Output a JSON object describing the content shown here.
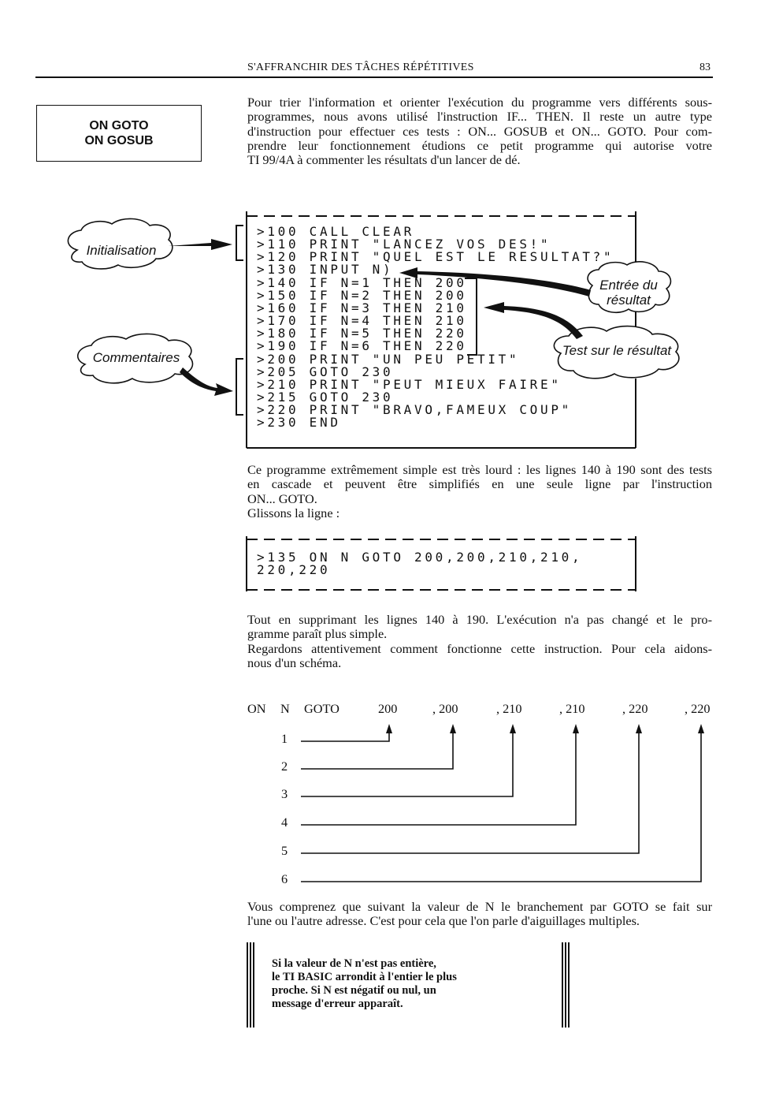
{
  "header": {
    "running_head": "S'AFFRANCHIR DES TÂCHES RÉPÉTITIVES",
    "page_number": "83"
  },
  "side_box": {
    "line1": "ON GOTO",
    "line2": "ON GOSUB"
  },
  "intro_paragraph": [
    "Pour trier l'information et orienter l'exécution du programme vers différents sous-",
    "programmes, nous avons utilisé l'instruction IF... THEN. Il reste un autre type",
    "d'instruction pour effectuer ces tests : ON... GOSUB et ON... GOTO. Pour com-",
    "prendre leur fonctionnement étudions ce petit programme qui autorise votre",
    "TI 99/4A à commenter les résultats d'un lancer de dé."
  ],
  "program_listing": [
    ">100 CALL CLEAR",
    ">110 PRINT \"LANCEZ VOS DES!\"",
    ">120 PRINT \"QUEL EST LE RESULTAT?\"",
    ">130 INPUT N)",
    ">140 IF N=1 THEN 200",
    ">150 IF N=2 THEN 200",
    ">160 IF N=3 THEN 210",
    ">170 IF N=4 THEN 210",
    ">180 IF N=5 THEN 220",
    ">190 IF N=6 THEN 220",
    ">200 PRINT \"UN PEU PETIT\"",
    ">205 GOTO 230",
    ">210 PRINT \"PEUT MIEUX FAIRE\"",
    ">215 GOTO 230",
    ">220 PRINT \"BRAVO,FAMEUX COUP\"",
    ">230 END"
  ],
  "annotations": {
    "initialisation": "Initialisation",
    "commentaires": "Commentaires",
    "entree_line1": "Entrée du",
    "entree_line2": "résultat",
    "test": "Test sur le résultat"
  },
  "middle_paragraph": [
    "Ce programme extrêmement simple est très lourd : les lignes 140 à 190 sont des tests",
    "en cascade et peuvent être simplifiés en une seule ligne par l'instruction",
    "ON... GOTO.",
    "Glissons la ligne :"
  ],
  "listing_135": [
    ">135 ON N GOTO 200,200,210,210,",
    "220,220"
  ],
  "after_paragraph": [
    "Tout en supprimant les lignes 140 à 190. L'exécution n'a pas changé et le pro-",
    "gramme paraît plus simple.",
    "Regardons attentivement comment fonctionne cette instruction. Pour cela aidons-",
    "nous d'un schéma."
  ],
  "diagram": {
    "keywords": [
      "ON",
      "N",
      "GOTO"
    ],
    "targets": [
      "200",
      ", 200",
      ", 210",
      ", 210",
      ", 220",
      ", 220"
    ],
    "values": [
      "1",
      "2",
      "3",
      "4",
      "5",
      "6"
    ]
  },
  "closing_paragraph": [
    "Vous comprenez que suivant la valeur de N le branchement par GOTO se fait sur",
    "l'une ou l'autre adresse. C'est pour cela que l'on parle d'aiguillages multiples."
  ],
  "note": [
    "Si la valeur de N n'est pas entière,",
    "le TI BASIC arrondit à l'entier le plus",
    "proche. Si N est négatif ou nul, un",
    "message d'erreur apparaît."
  ]
}
